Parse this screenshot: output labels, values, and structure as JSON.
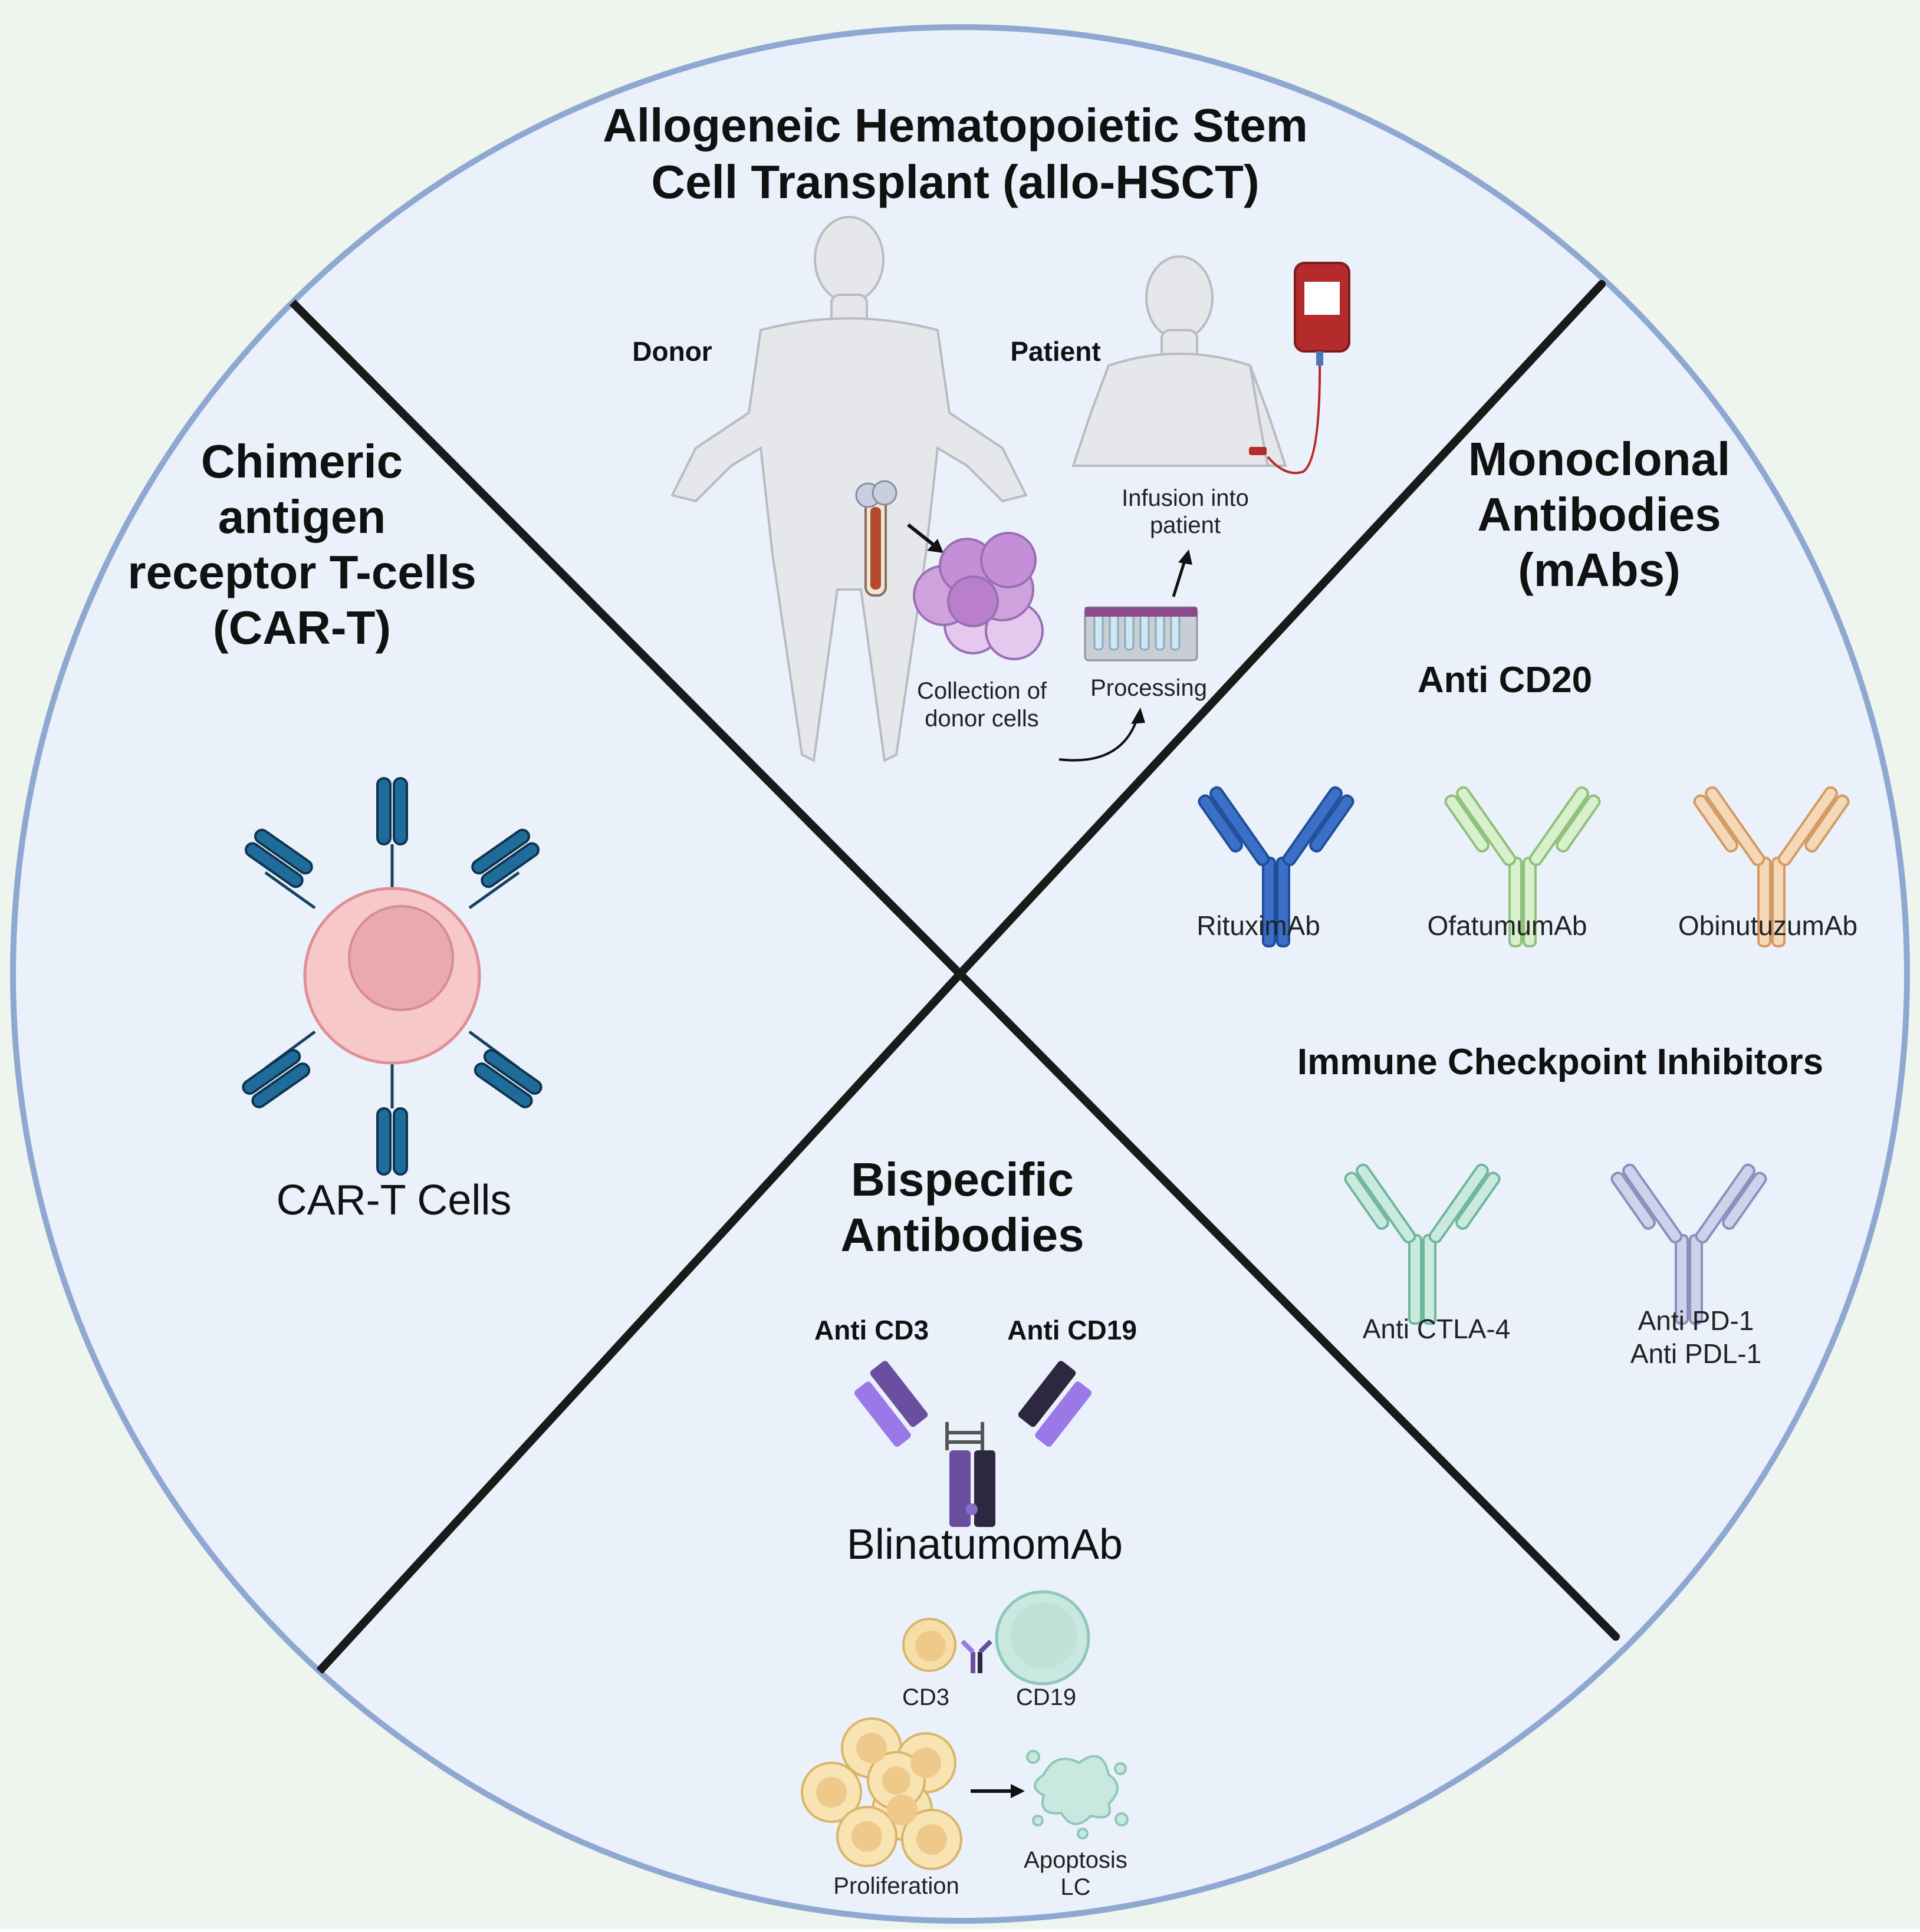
{
  "colors": {
    "background": "#eef5ef",
    "circle_fill": "#eaf1fb",
    "circle_border": "#8fa8d2",
    "divider": "#1a1a1a",
    "car_t_receptor": "#1f6b99",
    "car_t_cell": "#f6c8ca",
    "rituximab": "#3b6fc8",
    "ofatumumab": "#c9e8c0",
    "obinutuzumab": "#f2c9a0",
    "anti_ctla4": "#bfe3d8",
    "anti_pd1": "#c4c8e2",
    "bispecific_light": "#9b78e8",
    "bispecific_dark": "#2d2740",
    "bispecific_mid": "#6a4fa0",
    "cd3_cell": "#f6dfa6",
    "cd19_cell": "#c9e8e0",
    "blood_bag": "#b52a2a"
  },
  "hsct": {
    "title_line1": "Allogeneic Hematopoietic Stem",
    "title_line2": "Cell Transplant (allo-HSCT)",
    "donor_label": "Donor",
    "patient_label": "Patient",
    "collection_line1": "Collection of",
    "collection_line2": "donor cells",
    "processing_label": "Processing",
    "infusion_line1": "Infusion into",
    "infusion_line2": "patient",
    "icons": [
      "donor-body-icon",
      "bone-icon",
      "stem-cell-cluster-icon",
      "test-tube-rack-icon",
      "patient-body-icon",
      "blood-bag-icon"
    ]
  },
  "car_t": {
    "title_line1": "Chimeric",
    "title_line2": "antigen",
    "title_line3": "receptor T-cells",
    "title_line4": "(CAR-T)",
    "cells_label": "CAR-T Cells",
    "icons": [
      "car-t-cell-icon"
    ]
  },
  "mabs": {
    "title_line1": "Monoclonal",
    "title_line2": "Antibodies",
    "title_line3": "(mAbs)",
    "anti_cd20_title": "Anti CD20",
    "anti_cd20_drugs": [
      "RituximAb",
      "OfatumumAb",
      "ObinutuzumAb"
    ],
    "checkpoint_title": "Immune Checkpoint Inhibitors",
    "checkpoint_ctla4": "Anti  CTLA-4",
    "checkpoint_pd1_line1": "Anti PD-1",
    "checkpoint_pd1_line2": "Anti PDL-1",
    "icons": [
      "antibody-icon"
    ]
  },
  "bispecific": {
    "title_line1": "Bispecific",
    "title_line2": "Antibodies",
    "anti_cd3": "Anti CD3",
    "anti_cd19": "Anti CD19",
    "drug": "BlinatumomAb",
    "cd3_label": "CD3",
    "cd19_label": "CD19",
    "proliferation_label": "Proliferation",
    "apoptosis_line1": "Apoptosis",
    "apoptosis_line2": "LC",
    "icons": [
      "bispecific-antibody-icon",
      "cd3-cell-icon",
      "cd19-cell-icon",
      "proliferating-cells-icon",
      "apoptotic-cell-icon"
    ]
  }
}
